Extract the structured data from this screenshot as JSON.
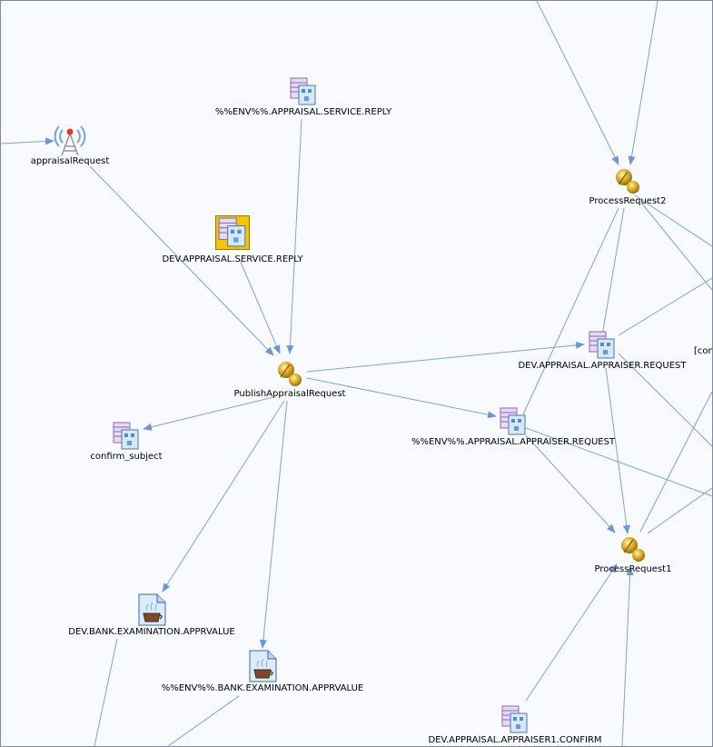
{
  "nodes": {
    "appraisal_request": {
      "label": "appraisalRequest",
      "icon": "antenna-icon"
    },
    "env_service_reply": {
      "label": "%%ENV%%.APPRAISAL.SERVICE.REPLY",
      "icon": "queue-icon"
    },
    "dev_service_reply": {
      "label": "DEV.APPRAISAL.SERVICE.REPLY",
      "icon": "queue-icon",
      "selected": true
    },
    "publish_appraisal_request": {
      "label": "PublishAppraisalRequest",
      "icon": "process-icon"
    },
    "confirm_subject": {
      "label": "confirm_subject",
      "icon": "queue-icon"
    },
    "process_request2": {
      "label": "ProcessRequest2",
      "icon": "process-icon"
    },
    "dev_appraiser_request": {
      "label": "DEV.APPRAISAL.APPRAISER.REQUEST",
      "icon": "queue-icon"
    },
    "env_appraiser_request": {
      "label": "%%ENV%%.APPRAISAL.APPRAISER.REQUEST",
      "icon": "queue-icon"
    },
    "process_request1": {
      "label": "ProcessRequest1",
      "icon": "process-icon"
    },
    "dev_bank_apprvalue": {
      "label": "DEV.BANK.EXAMINATION.APPRVALUE",
      "icon": "java-file-icon"
    },
    "env_bank_apprvalue": {
      "label": "%%ENV%%.BANK.EXAMINATION.APPRVALUE",
      "icon": "java-file-icon"
    },
    "dev_appraiser1_confirm": {
      "label": "DEV.APPRAISAL.APPRAISER1.CONFIRM",
      "icon": "queue-icon"
    },
    "clipped_right": {
      "label": "[con"
    }
  },
  "colors": {
    "edge": "#7fa3d8",
    "arrow": "#6f96d6",
    "background": "#f8fafd",
    "selection": "#f7c400"
  }
}
